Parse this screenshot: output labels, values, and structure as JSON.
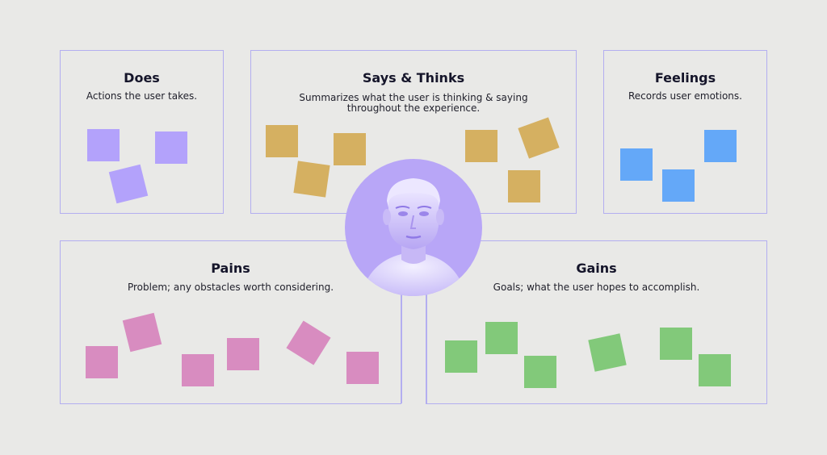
{
  "panels": {
    "does": {
      "title": "Does",
      "description": "Actions the user takes."
    },
    "says": {
      "title": "Says & Thinks",
      "description_line1": "Summarizes what the user is thinking & saying",
      "description_line2": "throughout the experience."
    },
    "feelings": {
      "title": "Feelings",
      "description": "Records user emotions."
    },
    "pains": {
      "title": "Pains",
      "description": "Problem; any obstacles worth considering."
    },
    "gains": {
      "title": "Gains",
      "description": "Goals; what the user hopes to accomplish."
    }
  },
  "colors": {
    "background": "#e9e9e7",
    "panel_border": "#b3aef0",
    "does_notes": "#b3a2fb",
    "says_notes": "#d5b061",
    "feelings_notes": "#64a8f8",
    "pains_notes": "#d88cc0",
    "gains_notes": "#82c97a",
    "avatar_circle": "#b8a6f7"
  },
  "avatar": {
    "icon": "user-portrait-icon"
  }
}
